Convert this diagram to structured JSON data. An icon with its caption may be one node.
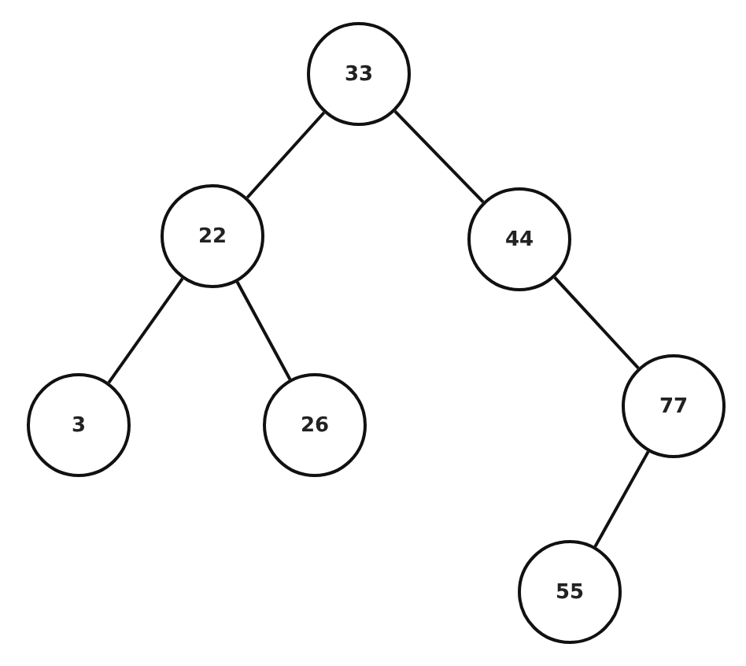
{
  "diagram": {
    "nodes": [
      {
        "text": [
          "33"
        ]
      },
      {
        "text": [
          "22"
        ]
      },
      {
        "text": [
          "44"
        ]
      },
      {
        "text": [
          "3"
        ]
      },
      {
        "text": [
          "26"
        ]
      },
      {
        "text": [
          "77"
        ]
      },
      {
        "text": [
          "55"
        ]
      }
    ],
    "edges": [
      {
        "from": 0,
        "to": 1,
        "arrow": "none"
      },
      {
        "from": 0,
        "to": 2,
        "arrow": "none"
      },
      {
        "from": 1,
        "to": 3,
        "arrow": "none"
      },
      {
        "from": 1,
        "to": 4,
        "arrow": "none"
      },
      {
        "from": 2,
        "to": 5,
        "arrow": "none"
      },
      {
        "from": 5,
        "to": 6,
        "arrow": "none"
      }
    ]
  }
}
